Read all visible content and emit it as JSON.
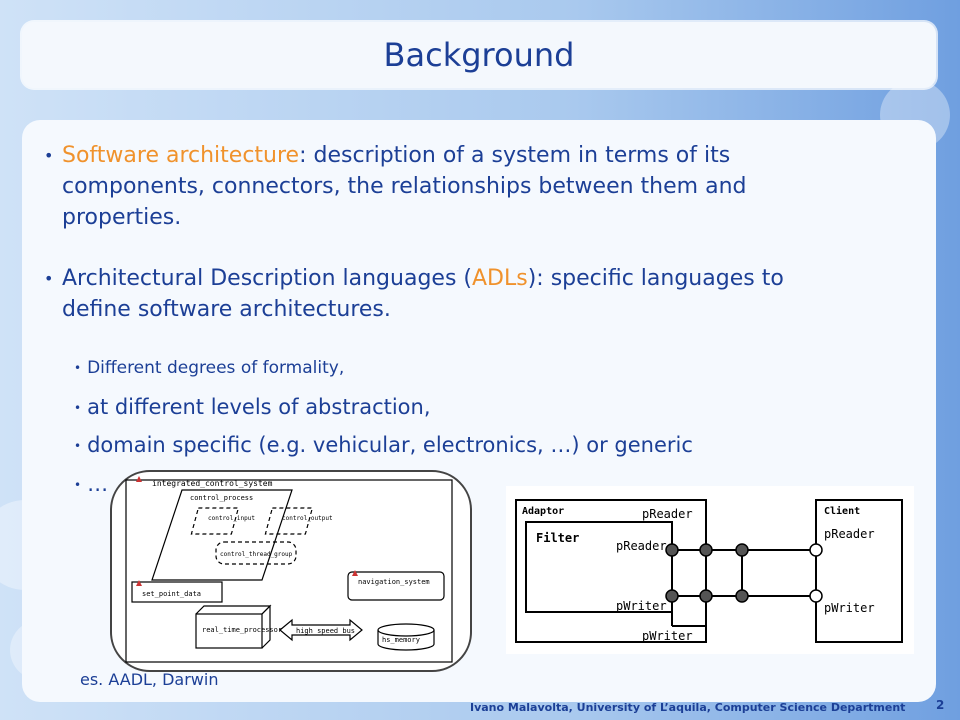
{
  "slide": {
    "title": "Background",
    "bullets": [
      {
        "highlight": "Software architecture",
        "text": ": description of a system in terms of  its components, connectors, the relationships between them and properties."
      },
      {
        "pre": "Architectural Description languages (",
        "highlight": "ADLs",
        "post": "): specific languages to define software architectures."
      }
    ],
    "sub_bullets": [
      "Different degrees of formality,",
      "at different levels of abstraction,",
      "domain specific (e.g. vehicular, electronics, …) or generic",
      "…"
    ],
    "caption": "es. AADL, Darwin",
    "footer": "Ivano Malavolta, University of L’aquila, Computer Science Department",
    "page_number": "2"
  },
  "figure_aadl": {
    "system": "integrated_control_system",
    "process": "control_process",
    "input": "control_input",
    "output": "control_output",
    "thread_group": "control_thread_group",
    "data": "set_point_data",
    "nav": "navigation_system",
    "processor": "real_time_processor",
    "bus": "high_speed_bus",
    "memory": "hs_memory"
  },
  "figure_darwin": {
    "adaptor": "Adaptor",
    "filter": "Filter",
    "client": "Client",
    "p_reader": "pReader",
    "p_writer": "pWriter"
  }
}
